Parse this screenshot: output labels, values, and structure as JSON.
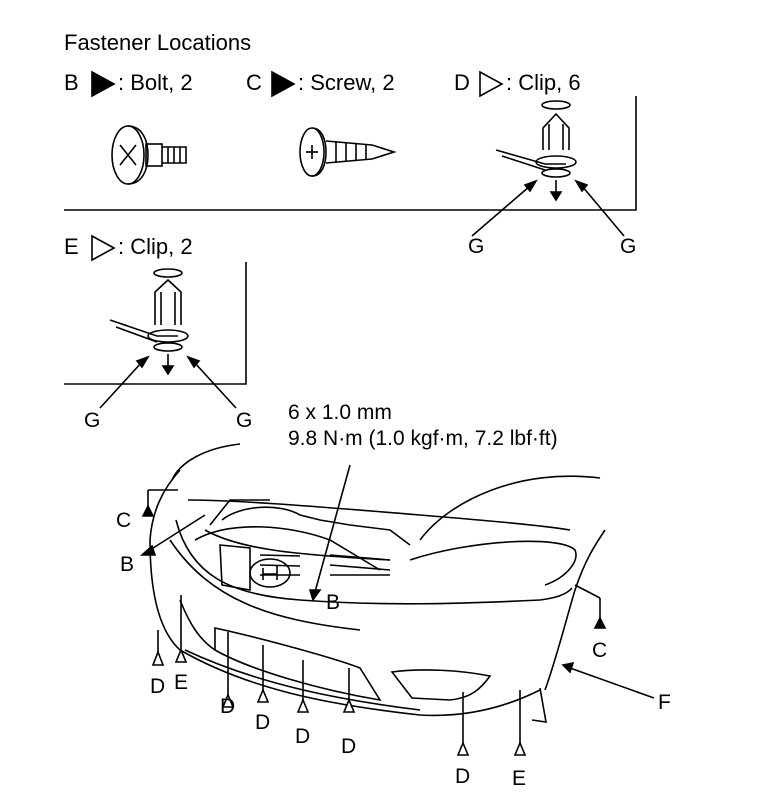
{
  "title": "Fastener Locations",
  "legend": {
    "b": ": Bolt, 2",
    "c": ": Screw, 2",
    "d": ": Clip, 6",
    "e": ": Clip, 2",
    "letter_b": "B",
    "letter_c": "C",
    "letter_d": "D",
    "letter_e": "E"
  },
  "torque": {
    "size": "6 x 1.0 mm",
    "value": "9.8 N·m (1.0 kgf·m, 7.2 lbf·ft)"
  },
  "callouts": {
    "g": "G",
    "b": "B",
    "c": "C",
    "d": "D",
    "e": "E",
    "f": "F"
  }
}
